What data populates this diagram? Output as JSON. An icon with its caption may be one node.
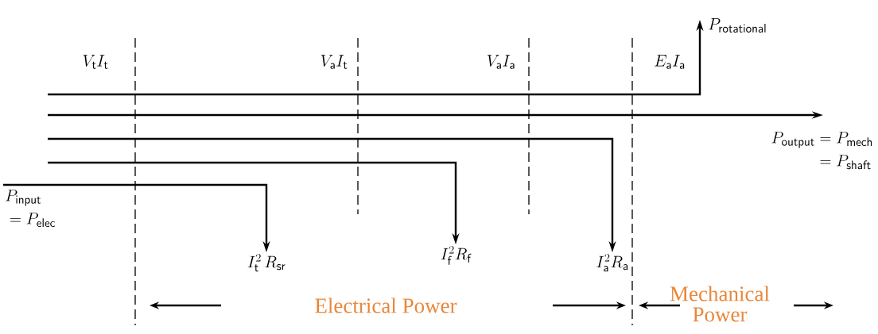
{
  "diagram": {
    "nodes": [
      {
        "text": [
          "\\begin{aligned} &P_{\\mathsf{input}} \\\\ &= P_{\\mathsf{elec}} \\end{aligned}"
        ]
      },
      {
        "text": [
          "I_{\\mathsf{t}}^{2}\\, R_{\\mathsf{sr}}"
        ]
      },
      {
        "text": [
          "I_{\\mathsf{f}}^{2}R_{\\mathsf{f}}"
        ]
      },
      {
        "text": [
          "I_{\\mathsf{a}}^{2}R_{\\mathsf{a}}"
        ]
      },
      {
        "text": [
          "P_{\\mathsf{rotational}}"
        ]
      },
      {
        "text": [
          "\\begin{aligned} P_{\\mathsf{output}} &= P_{\\mathsf{mech}} \\\\ &= P_{\\mathsf{shaft}} \\end{aligned}"
        ]
      }
    ],
    "edges": [
      {
        "from": 0,
        "to": 1,
        "arrow": "to"
      },
      {
        "from": null,
        "to": 2,
        "arrow": "to"
      },
      {
        "from": null,
        "to": 3,
        "arrow": "to"
      },
      {
        "from": null,
        "to": 4,
        "arrow": "to"
      },
      {
        "from": null,
        "to": 5,
        "arrow": "to"
      }
    ],
    "labels": [
      "V_{\\mathsf{t}}I_{\\mathsf{t}}",
      "V_{\\mathsf{a}}I_{\\mathsf{t}}",
      "V_{\\mathsf{a}}I_{\\mathsf{a}}",
      "E_{\\mathsf{a}}I_{\\mathsf{a}}",
      "Electrical Power",
      "Mechanical Power"
    ]
  }
}
